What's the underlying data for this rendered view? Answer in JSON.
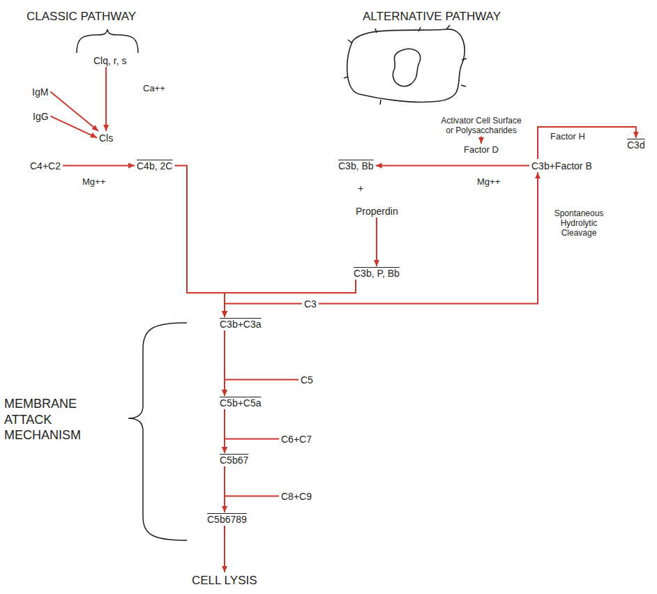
{
  "diagram": {
    "nodes": [
      {
        "text": [
          "Clq, r, s"
        ]
      },
      {
        "text": [
          "IgM"
        ]
      },
      {
        "text": [
          "IgG"
        ]
      },
      {
        "text": [
          "Cls"
        ]
      },
      {
        "text": [
          "C4+C2"
        ]
      },
      {
        "text": [
          "C4b, 2C"
        ]
      },
      {
        "text": [
          "Activator Cell Surface or Polysaccharides"
        ]
      },
      {
        "text": [
          "Factor D"
        ]
      },
      {
        "text": [
          "C3b, Bb"
        ]
      },
      {
        "text": [
          "C3b+Factor B"
        ]
      },
      {
        "text": [
          "C3d"
        ]
      },
      {
        "text": [
          "Properdin"
        ]
      },
      {
        "text": [
          "C3b, P, Bb"
        ]
      },
      {
        "text": [
          "C3"
        ]
      },
      {
        "text": [
          "C3b+C3a"
        ]
      },
      {
        "text": [
          "C5"
        ]
      },
      {
        "text": [
          "C5b+C5a"
        ]
      },
      {
        "text": [
          "C6+C7"
        ]
      },
      {
        "text": [
          "C5b67"
        ]
      },
      {
        "text": [
          "C8+C9"
        ]
      },
      {
        "text": [
          "C5b6789"
        ]
      },
      {
        "text": [
          "CELL LYSIS"
        ]
      }
    ],
    "edges": [
      {
        "from": 0,
        "to": 3,
        "arrow": "to"
      },
      {
        "from": 1,
        "to": 3,
        "arrow": "to"
      },
      {
        "from": 2,
        "to": 3,
        "arrow": "to"
      },
      {
        "from": 4,
        "to": 5,
        "arrow": "to"
      },
      {
        "from": 5,
        "to": 14,
        "arrow": "to"
      },
      {
        "from": 6,
        "to": 7,
        "arrow": "to"
      },
      {
        "from": 9,
        "to": 8,
        "arrow": "to"
      },
      {
        "from": 9,
        "to": 10,
        "label": "Factor H",
        "arrow": "to"
      },
      {
        "from": 11,
        "to": 12,
        "arrow": "to"
      },
      {
        "from": 12,
        "to": 14,
        "arrow": "to"
      },
      {
        "from": 13,
        "to": 14,
        "arrow": "to"
      },
      {
        "from": 13,
        "to": 9,
        "label": "Spontaneous Hydrolytic Cleavage",
        "arrow": "to"
      },
      {
        "from": 14,
        "to": 16,
        "arrow": "to"
      },
      {
        "from": 15,
        "to": 16,
        "arrow": "to"
      },
      {
        "from": 16,
        "to": 18,
        "arrow": "to"
      },
      {
        "from": 17,
        "to": 18,
        "arrow": "to"
      },
      {
        "from": 18,
        "to": 20,
        "arrow": "none"
      },
      {
        "from": 19,
        "to": 20,
        "arrow": "to"
      },
      {
        "from": 20,
        "to": 21,
        "arrow": "to"
      }
    ],
    "labels": [
      "CLASSIC PATHWAY",
      "Ca++",
      "Mg++",
      "ALTERNATIVE PATHWAY",
      "Mg++",
      "+",
      "MEMBRANE ATTACK MECHANISM"
    ]
  }
}
